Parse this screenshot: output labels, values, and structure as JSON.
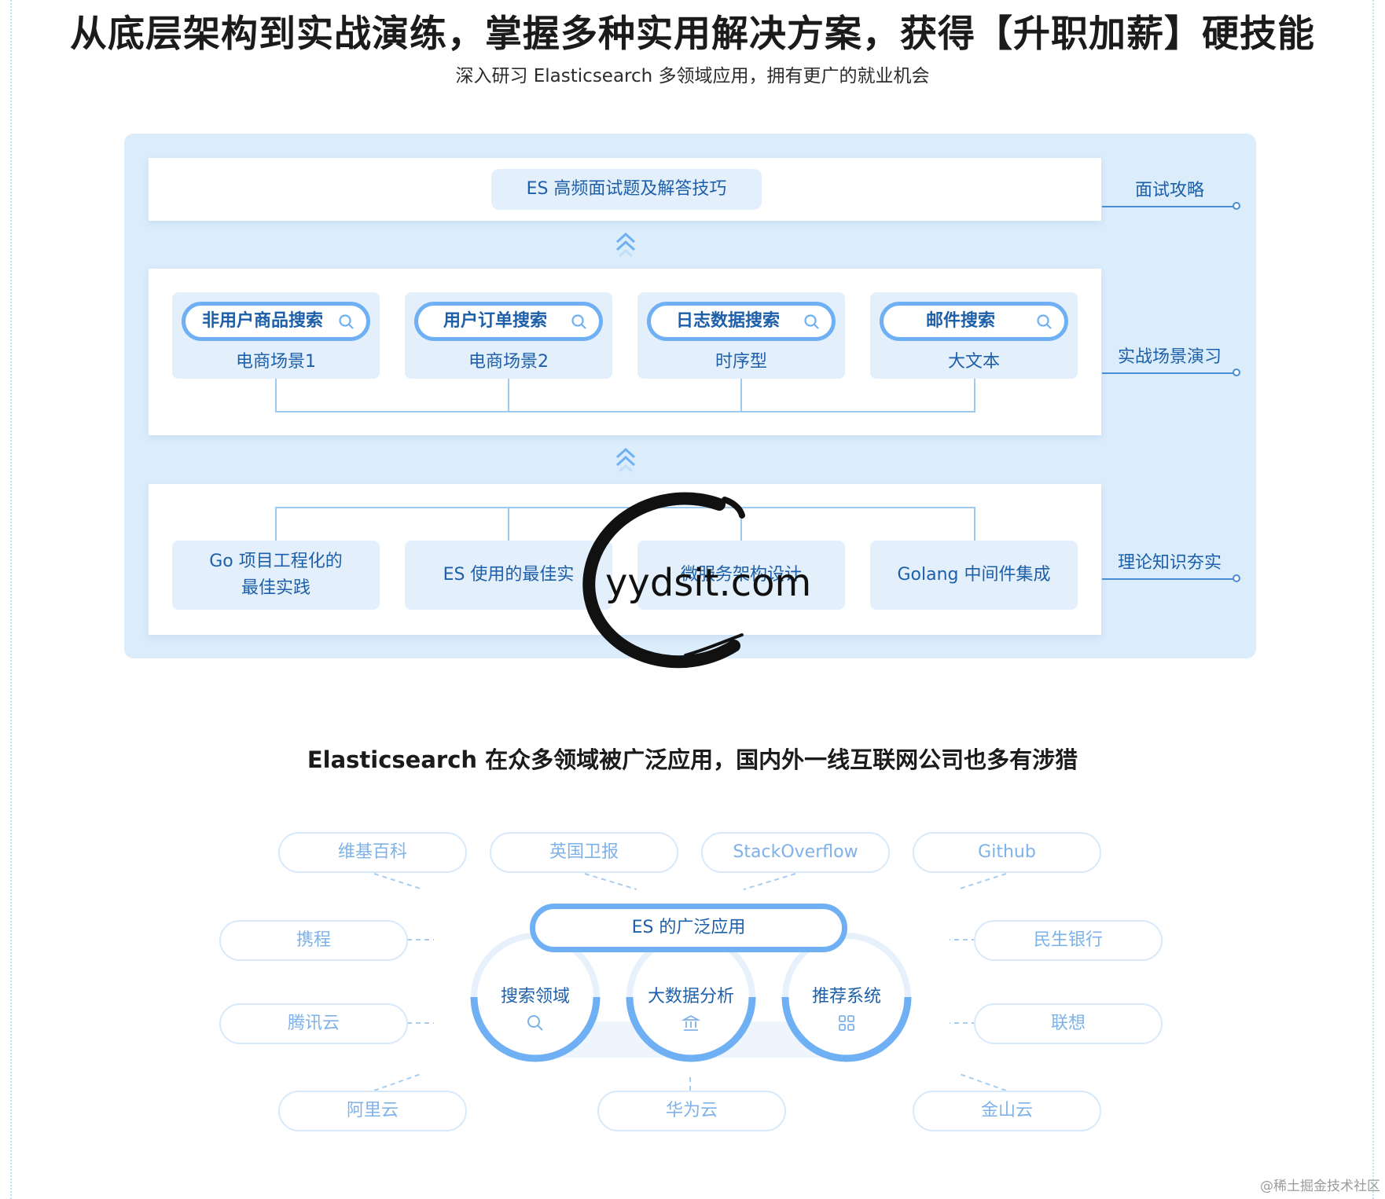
{
  "hero": {
    "title": "从底层架构到实战演练，掌握多种实用解决方案，获得【升职加薪】硬技能",
    "subtitle": "深入研习 Elasticsearch 多领域应用，拥有更广的就业机会"
  },
  "architecture": {
    "top_layer": {
      "label": "ES 高频面试题及解答技巧",
      "side_label": "面试攻略"
    },
    "middle_layer": {
      "side_label": "实战场景演习",
      "scenes": [
        {
          "title": "非用户商品搜索",
          "subtitle": "电商场景1"
        },
        {
          "title": "用户订单搜索",
          "subtitle": "电商场景2"
        },
        {
          "title": "日志数据搜索",
          "subtitle": "时序型"
        },
        {
          "title": "邮件搜索",
          "subtitle": "大文本"
        }
      ]
    },
    "bottom_layer": {
      "side_label": "理论知识夯实",
      "topics": [
        {
          "line1": "Go 项目工程化的",
          "line2": "最佳实践"
        },
        {
          "line1": "ES 使用的最佳实",
          "line2": ""
        },
        {
          "line1": "微服务架构设计",
          "line2": ""
        },
        {
          "line1": "Golang 中间件集成",
          "line2": ""
        }
      ]
    }
  },
  "watermark": {
    "text": "yydsit.com"
  },
  "applications": {
    "title": "Elasticsearch 在众多领域被广泛应用，国内外一线互联网公司也多有涉猎",
    "center_label": "ES 的广泛应用",
    "areas": [
      {
        "label": "搜索领域",
        "icon": "search-icon"
      },
      {
        "label": "大数据分析",
        "icon": "bank-icon"
      },
      {
        "label": "推荐系统",
        "icon": "grid-icon"
      }
    ],
    "companies": {
      "wikipedia": "维基百科",
      "guardian": "英国卫报",
      "stackoverflow": "StackOverflow",
      "github": "Github",
      "ctrip": "携程",
      "tencent_cloud": "腾讯云",
      "cmbc": "民生银行",
      "lenovo": "联想",
      "aliyun": "阿里云",
      "huawei_cloud": "华为云",
      "kingsoft_cloud": "金山云"
    }
  },
  "source_mark": "@稀土掘金技术社区",
  "colors": {
    "primary_text": "#1d5fa8",
    "accent_border": "#6fb0f4",
    "panel_bg": "#dbecfb",
    "card_bg": "#e3effb",
    "company_text": "#7eb2e8"
  }
}
